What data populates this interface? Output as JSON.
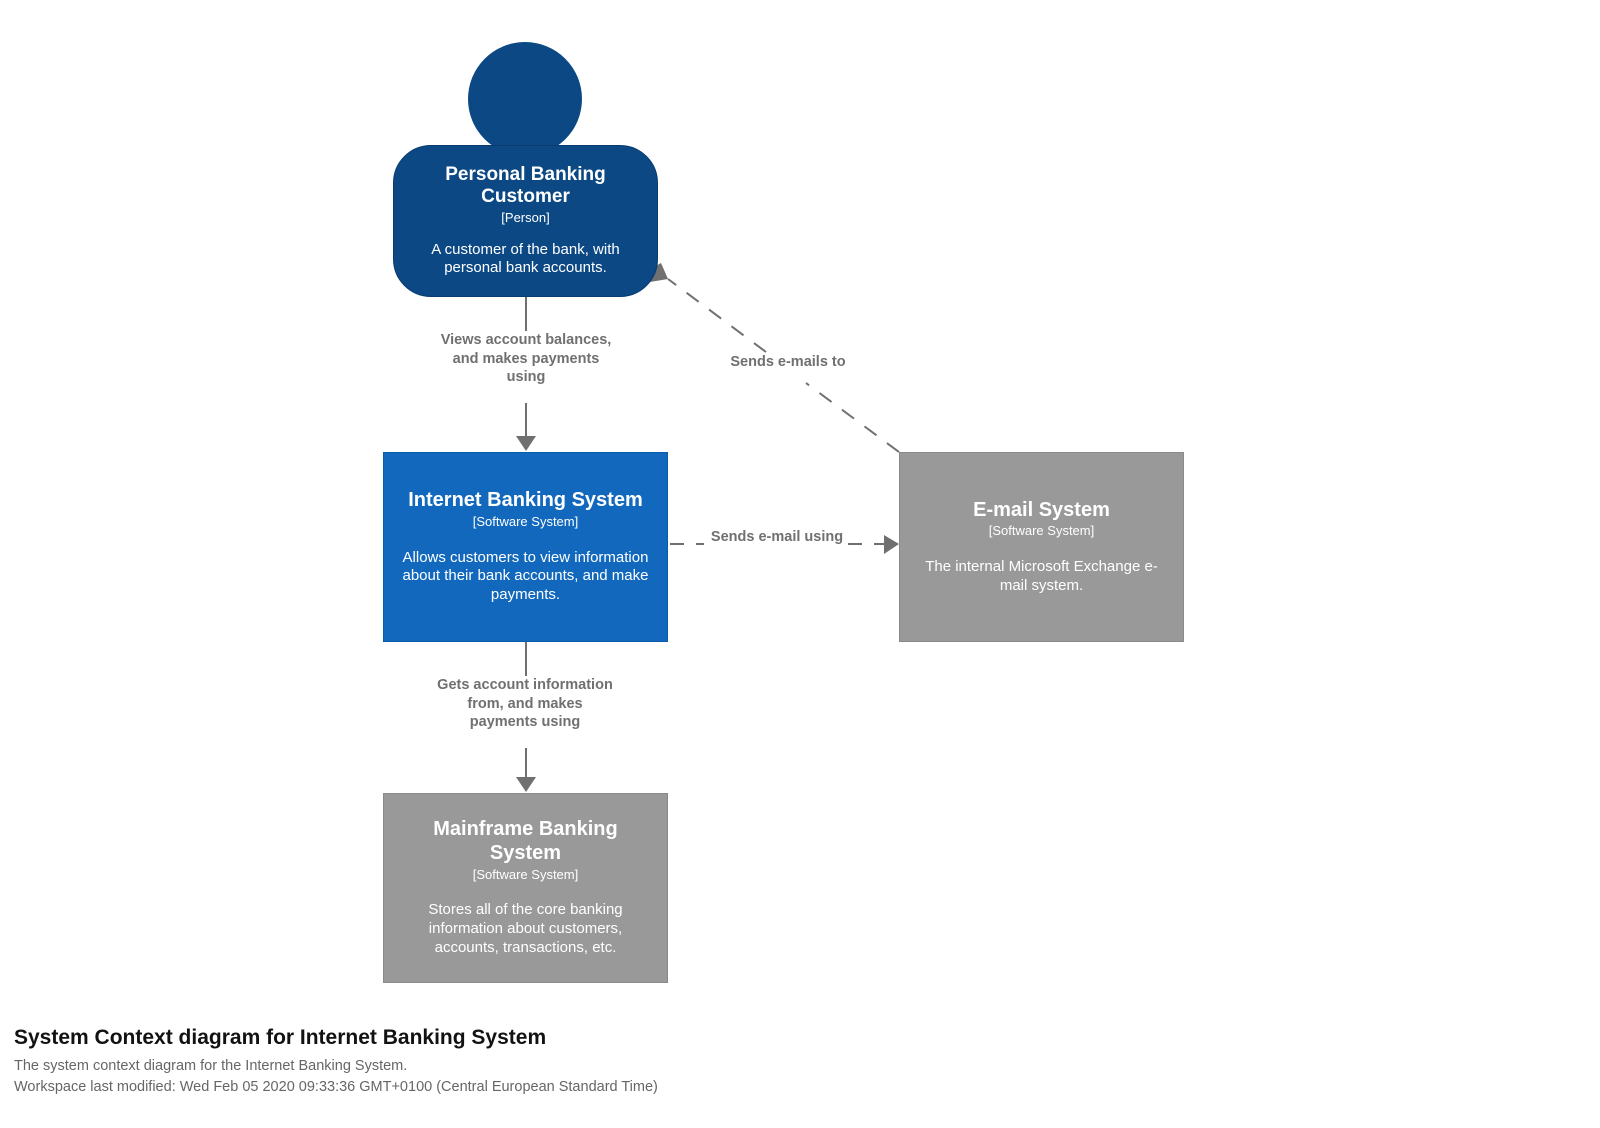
{
  "diagram": {
    "title": "System Context diagram for Internet Banking System",
    "description": "The system context diagram for the Internet Banking System.",
    "last_modified": "Workspace last modified: Wed Feb 05 2020 09:33:36 GMT+0100 (Central European Standard Time)",
    "background_color": "#ffffff"
  },
  "colors": {
    "person": "#0b4884",
    "focus_system": "#1168bd",
    "external_system": "#999999",
    "edge": "#707070",
    "edge_label": "#707070",
    "node_text": "#ffffff",
    "footer_title": "#121212",
    "footer_text": "#666666"
  },
  "nodes": [
    {
      "id": "personal-banking-customer",
      "name": "Personal Banking Customer",
      "type": "[Person]",
      "description": "A customer of the bank, with personal bank accounts.",
      "shape": "person",
      "color": "#0b4884"
    },
    {
      "id": "internet-banking-system",
      "name": "Internet Banking System",
      "type": "[Software System]",
      "description": "Allows customers to view information about their bank accounts, and make payments.",
      "shape": "box",
      "color": "#1168bd"
    },
    {
      "id": "email-system",
      "name": "E-mail System",
      "type": "[Software System]",
      "description": "The internal Microsoft Exchange e-mail system.",
      "shape": "box",
      "color": "#999999"
    },
    {
      "id": "mainframe-banking-system",
      "name": "Mainframe Banking System",
      "type": "[Software System]",
      "description": "Stores all of the core banking information about customers, accounts, transactions, etc.",
      "shape": "box",
      "color": "#999999"
    }
  ],
  "edges": [
    {
      "id": "customer-to-internet-banking",
      "from": "personal-banking-customer",
      "to": "internet-banking-system",
      "label": "Views account balances, and makes payments using",
      "style": "solid"
    },
    {
      "id": "email-to-customer",
      "from": "email-system",
      "to": "personal-banking-customer",
      "label": "Sends e-mails to",
      "style": "dashed"
    },
    {
      "id": "internet-banking-to-email",
      "from": "internet-banking-system",
      "to": "email-system",
      "label": "Sends e-mail using",
      "style": "dashed"
    },
    {
      "id": "internet-banking-to-mainframe",
      "from": "internet-banking-system",
      "to": "mainframe-banking-system",
      "label": "Gets account information from, and makes payments using",
      "style": "solid"
    }
  ]
}
